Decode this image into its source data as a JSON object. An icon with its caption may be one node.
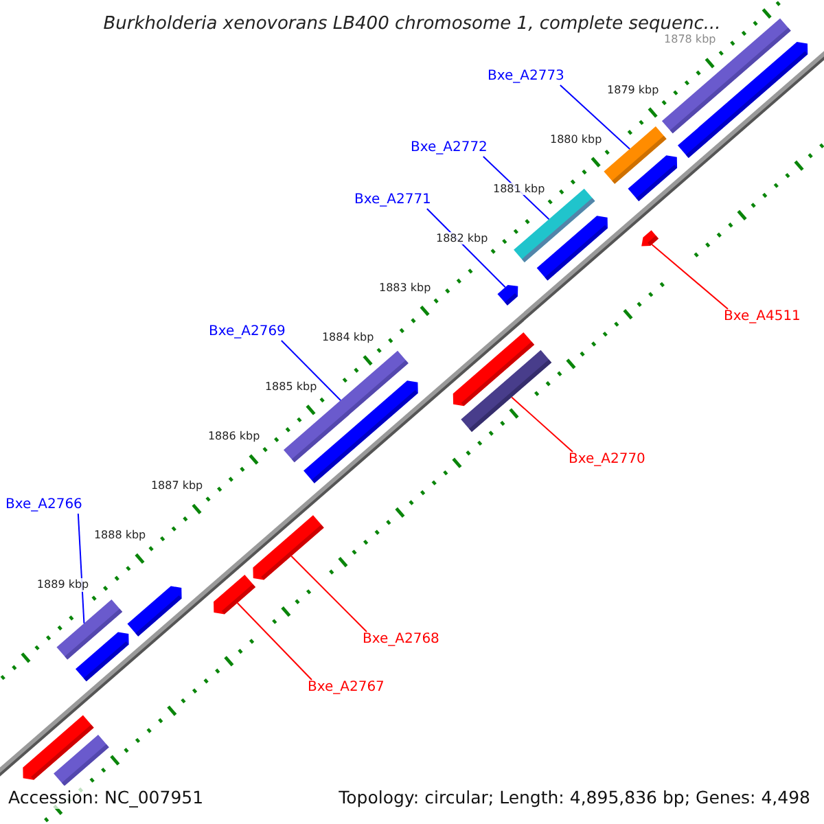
{
  "diagram": {
    "title": "Burkholderia xenovorans LB400 chromosome 1, complete sequenc...",
    "nodes": [
      {
        "text": [
          "Bxe_A2773"
        ]
      },
      {
        "text": [
          "Bxe_A2772"
        ]
      },
      {
        "text": [
          "Bxe_A2771"
        ]
      },
      {
        "text": [
          "Bxe_A4511"
        ]
      },
      {
        "text": [
          "Bxe_A2769"
        ]
      },
      {
        "text": [
          "Bxe_A2770"
        ]
      },
      {
        "text": [
          "Bxe_A2766"
        ]
      },
      {
        "text": [
          "Bxe_A2768"
        ]
      },
      {
        "text": [
          "Bxe_A2767"
        ]
      },
      {
        "text": [],
        "shape": "bar"
      },
      {
        "text": [],
        "shape": "bar"
      },
      {
        "text": [],
        "shape": "arrow"
      },
      {
        "text": [],
        "shape": "arrow"
      },
      {
        "text": [],
        "shape": "bar"
      },
      {
        "text": [],
        "shape": "bar"
      },
      {
        "text": [],
        "shape": "bar"
      },
      {
        "text": [],
        "shape": "arrow"
      },
      {
        "text": [],
        "shape": "arrow"
      },
      {
        "text": [],
        "shape": "arrow"
      },
      {
        "text": [],
        "shape": "bar"
      },
      {
        "text": [],
        "shape": "arrow"
      },
      {
        "text": [],
        "shape": "arrow"
      },
      {
        "text": [],
        "shape": "arrow"
      },
      {
        "text": [],
        "shape": "arrow"
      },
      {
        "text": [],
        "shape": "arrow"
      },
      {
        "text": [],
        "shape": "arrow"
      },
      {
        "text": [],
        "shape": "arrow"
      },
      {
        "text": [],
        "shape": "bar"
      }
    ],
    "edges": [
      {
        "from": 0,
        "to": 9,
        "arrow": "none",
        "color": "#0000ff"
      },
      {
        "from": 1,
        "to": 10,
        "arrow": "none",
        "color": "#0000ff"
      },
      {
        "from": 2,
        "to": 11,
        "arrow": "none",
        "color": "#0000ff"
      },
      {
        "from": 3,
        "to": 12,
        "arrow": "none",
        "color": "#ff0000"
      },
      {
        "from": 4,
        "to": 13,
        "arrow": "none",
        "color": "#0000ff"
      },
      {
        "from": 5,
        "to": 14,
        "arrow": "none",
        "color": "#ff0000"
      },
      {
        "from": 6,
        "to": 15,
        "arrow": "none",
        "color": "#0000ff"
      },
      {
        "from": 7,
        "to": 16,
        "arrow": "none",
        "color": "#ff0000"
      },
      {
        "from": 8,
        "to": 17,
        "arrow": "none",
        "color": "#ff0000"
      }
    ],
    "labels": [
      "1878 kbp",
      "1879 kbp",
      "1880 kbp",
      "1881 kbp",
      "1882 kbp",
      "1883 kbp",
      "1884 kbp",
      "1885 kbp",
      "1886 kbp",
      "1887 kbp",
      "1888 kbp",
      "1889 kbp",
      "Accession: NC_007951",
      "Topology: circular; Length: 4,895,836 bp; Genes: 4,498"
    ]
  }
}
